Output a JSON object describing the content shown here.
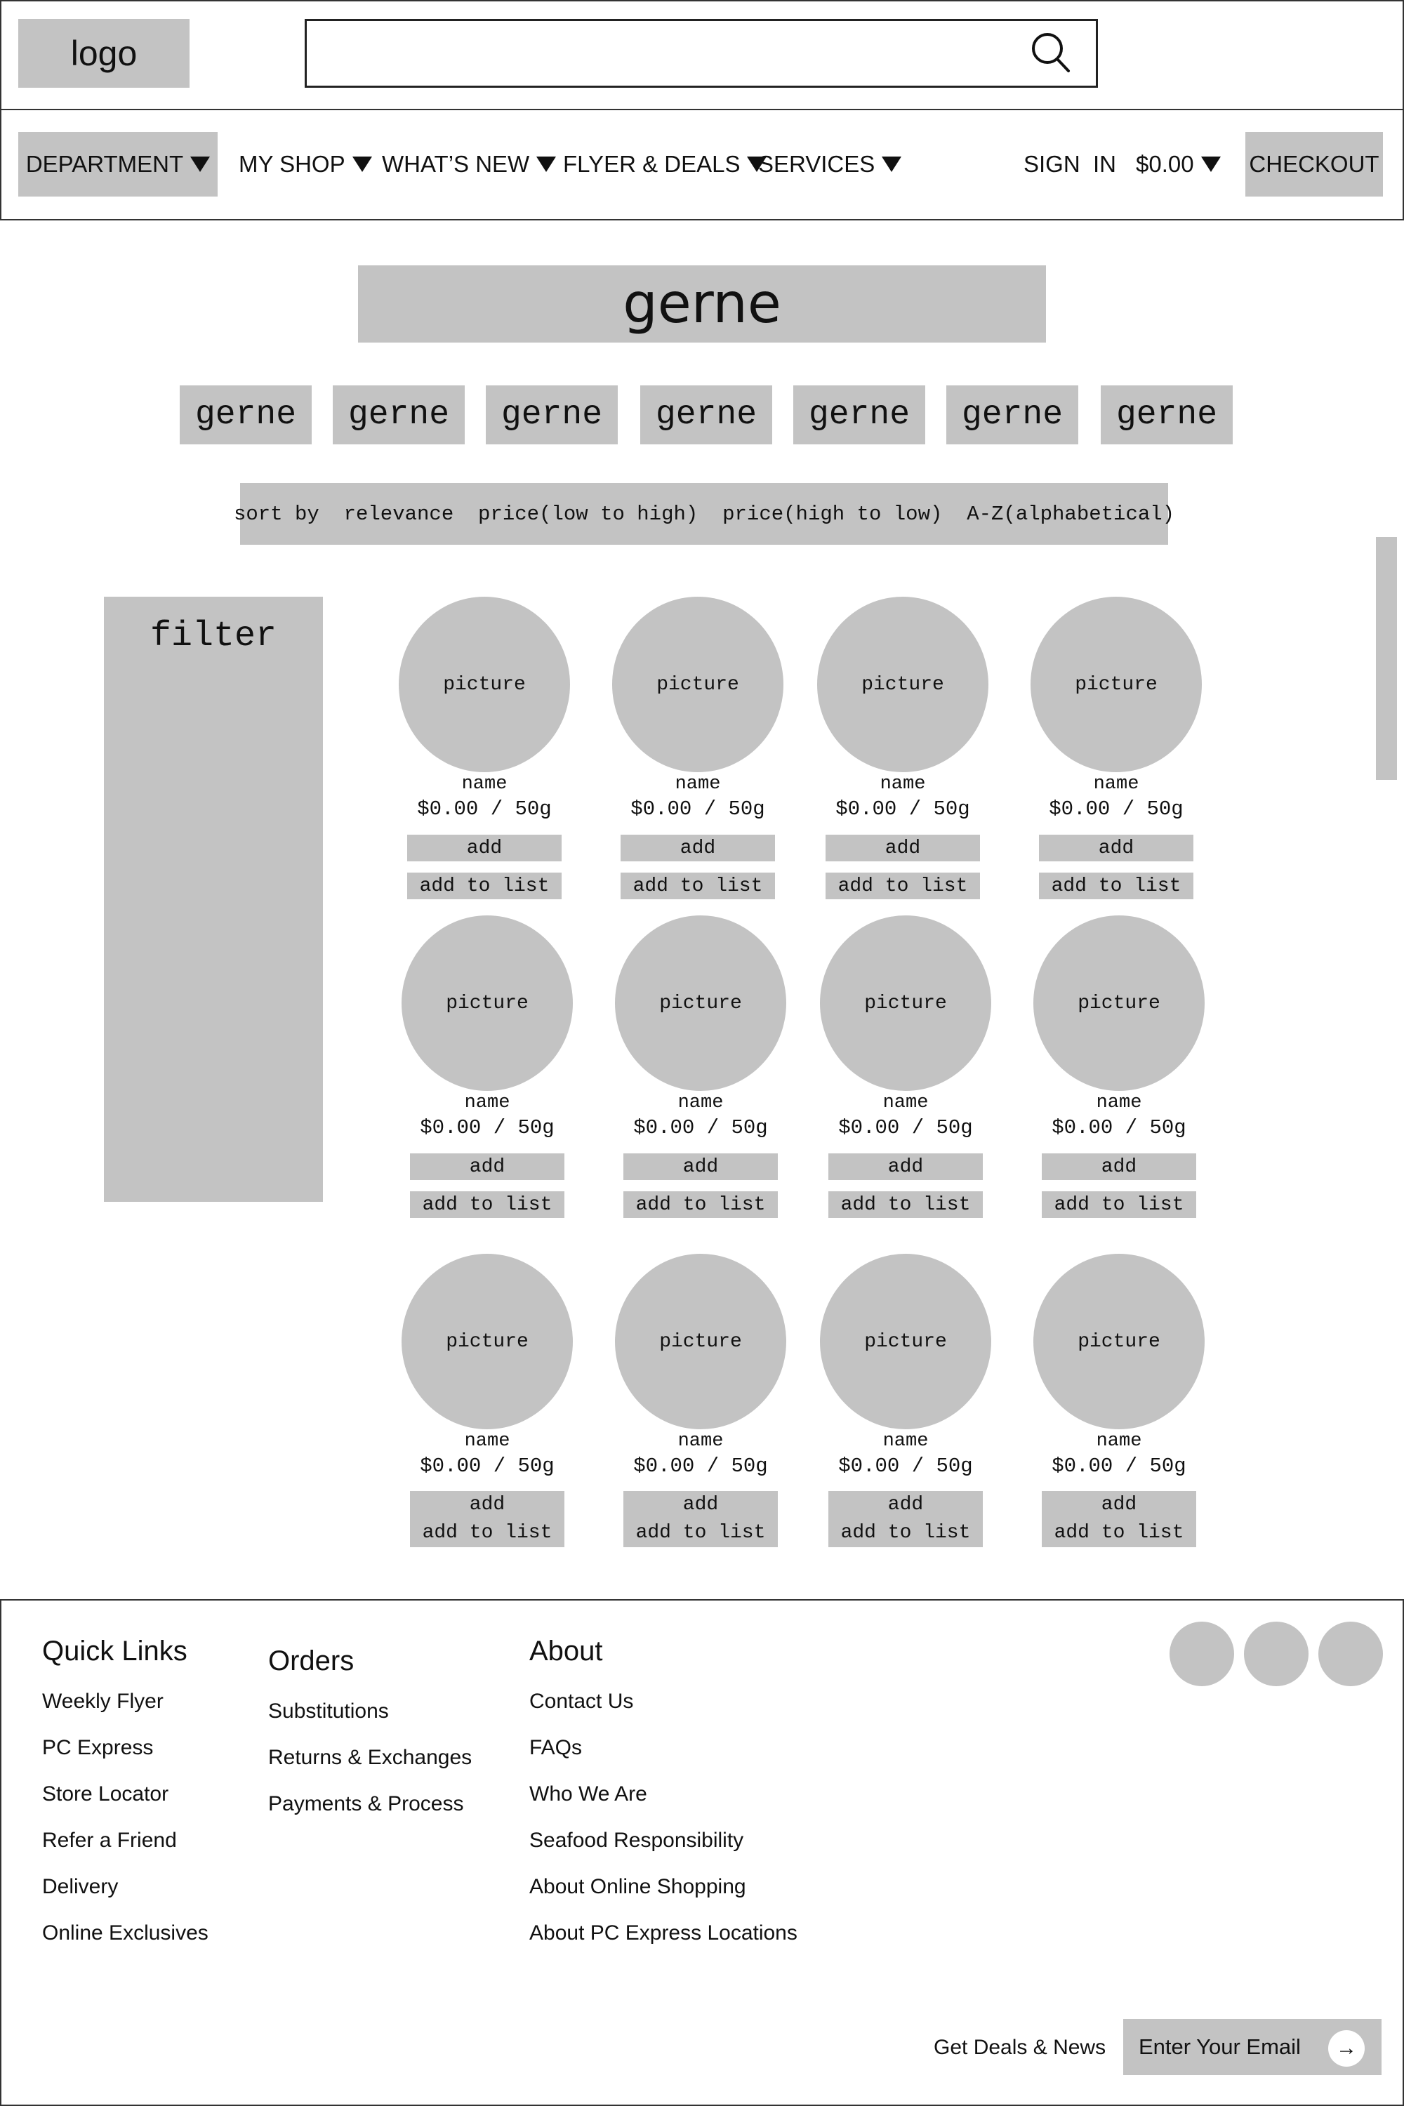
{
  "header": {
    "logo": "logo",
    "search": {
      "placeholder": "",
      "value": ""
    }
  },
  "nav": {
    "department": "DEPARTMENT",
    "my_shop": "MY SHOP",
    "whats_new": "WHAT’S NEW",
    "flyer_deals": "FLYER & DEALS",
    "services": "SERVICES",
    "sign_in": "SIGN  IN",
    "cart_total": "$0.00",
    "checkout": "CHECKOUT"
  },
  "hero": {
    "title": "gerne"
  },
  "genres": [
    "gerne",
    "gerne",
    "gerne",
    "gerne",
    "gerne",
    "gerne",
    "gerne"
  ],
  "sort": {
    "label": "sort by",
    "options": [
      "relevance",
      "price(low to high)",
      "price(high to low)",
      "A-Z(alphabetical)"
    ]
  },
  "filter": {
    "label": "filter"
  },
  "products": [
    {
      "picture": "picture",
      "name": "name",
      "price": "$0.00 / 50g",
      "add": "add",
      "add_to_list": "add to list"
    },
    {
      "picture": "picture",
      "name": "name",
      "price": "$0.00 / 50g",
      "add": "add",
      "add_to_list": "add to list"
    },
    {
      "picture": "picture",
      "name": "name",
      "price": "$0.00 / 50g",
      "add": "add",
      "add_to_list": "add to list"
    },
    {
      "picture": "picture",
      "name": "name",
      "price": "$0.00 / 50g",
      "add": "add",
      "add_to_list": "add to list"
    },
    {
      "picture": "picture",
      "name": "name",
      "price": "$0.00 / 50g",
      "add": "add",
      "add_to_list": "add to list"
    },
    {
      "picture": "picture",
      "name": "name",
      "price": "$0.00 / 50g",
      "add": "add",
      "add_to_list": "add to list"
    },
    {
      "picture": "picture",
      "name": "name",
      "price": "$0.00 / 50g",
      "add": "add",
      "add_to_list": "add to list"
    },
    {
      "picture": "picture",
      "name": "name",
      "price": "$0.00 / 50g",
      "add": "add",
      "add_to_list": "add to list"
    },
    {
      "picture": "picture",
      "name": "name",
      "price": "$0.00 / 50g",
      "add": "add",
      "add_to_list": "add to list"
    },
    {
      "picture": "picture",
      "name": "name",
      "price": "$0.00 / 50g",
      "add": "add",
      "add_to_list": "add to list"
    },
    {
      "picture": "picture",
      "name": "name",
      "price": "$0.00 / 50g",
      "add": "add",
      "add_to_list": "add to list"
    },
    {
      "picture": "picture",
      "name": "name",
      "price": "$0.00 / 50g",
      "add": "add",
      "add_to_list": "add to list"
    }
  ],
  "footer": {
    "quick_links": {
      "title": "Quick Links",
      "items": [
        "Weekly Flyer",
        "PC Express",
        "Store Locator",
        "Refer a Friend",
        "Delivery",
        "Online Exclusives"
      ]
    },
    "orders": {
      "title": "Orders",
      "items": [
        "Substitutions",
        "Returns & Exchanges",
        "Payments & Process"
      ]
    },
    "about": {
      "title": "About",
      "items": [
        "Contact Us",
        "FAQs",
        "Who We Are",
        "Seafood Responsibility",
        "About Online Shopping",
        "About PC Express Locations"
      ]
    },
    "social_icons": [
      "social-icon",
      "social-icon",
      "social-icon"
    ],
    "newsletter": {
      "label": "Get Deals & News",
      "placeholder": "Enter Your Email",
      "submit": "→"
    }
  },
  "colors": {
    "placeholder_gray": "#c3c3c3",
    "border": "#333333",
    "background": "#ffffff"
  }
}
